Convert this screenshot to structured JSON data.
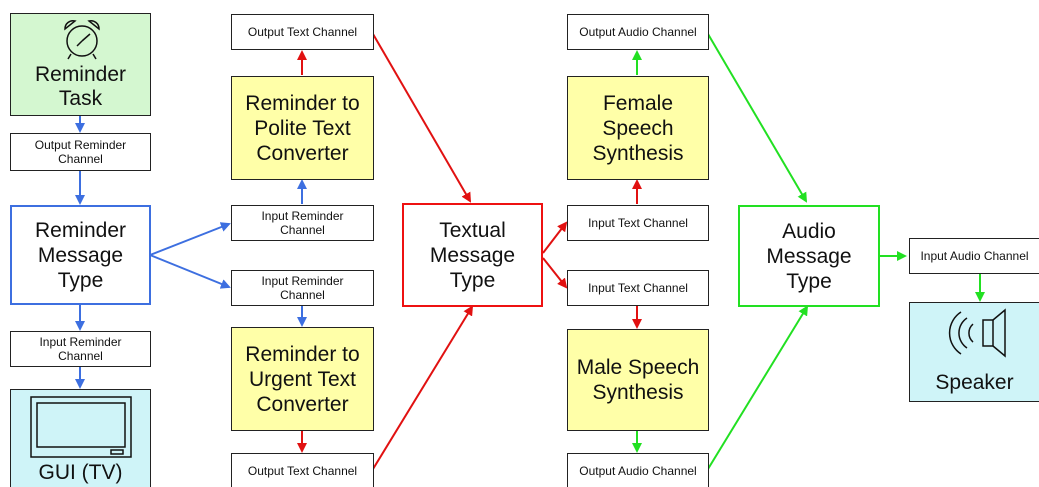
{
  "nodes": {
    "reminder_task": "Reminder\nTask",
    "output_reminder_channel": "Output Reminder\nChannel",
    "reminder_message_type": "Reminder\nMessage\nType",
    "input_reminder_channel_left": "Input Reminder\nChannel",
    "gui_tv": "GUI (TV)",
    "output_text_channel_top": "Output Text Channel",
    "polite_converter": "Reminder to\nPolite Text\nConverter",
    "input_reminder_channel_top": "Input Reminder\nChannel",
    "input_reminder_channel_bottom": "Input Reminder\nChannel",
    "urgent_converter": "Reminder to\nUrgent Text\nConverter",
    "output_text_channel_bottom": "Output Text Channel",
    "textual_message_type": "Textual\nMessage\nType",
    "output_audio_channel_top": "Output Audio Channel",
    "female_speech": "Female\nSpeech\nSynthesis",
    "input_text_channel_top": "Input Text Channel",
    "input_text_channel_bottom": "Input Text Channel",
    "male_speech": "Male Speech\nSynthesis",
    "output_audio_channel_bottom": "Output Audio Channel",
    "audio_message_type": "Audio\nMessage\nType",
    "input_audio_channel": "Input Audio Channel",
    "speaker": "Speaker"
  },
  "icons": [
    "alarm-clock-icon",
    "tv-icon",
    "speaker-icon"
  ],
  "colors": {
    "blue_flow": "#3d6fe0",
    "red_flow": "#e11111",
    "green_flow": "#22e022",
    "converter_fill": "#ffffa8",
    "task_fill": "#d4f7d0",
    "device_fill": "#cff4f8"
  }
}
